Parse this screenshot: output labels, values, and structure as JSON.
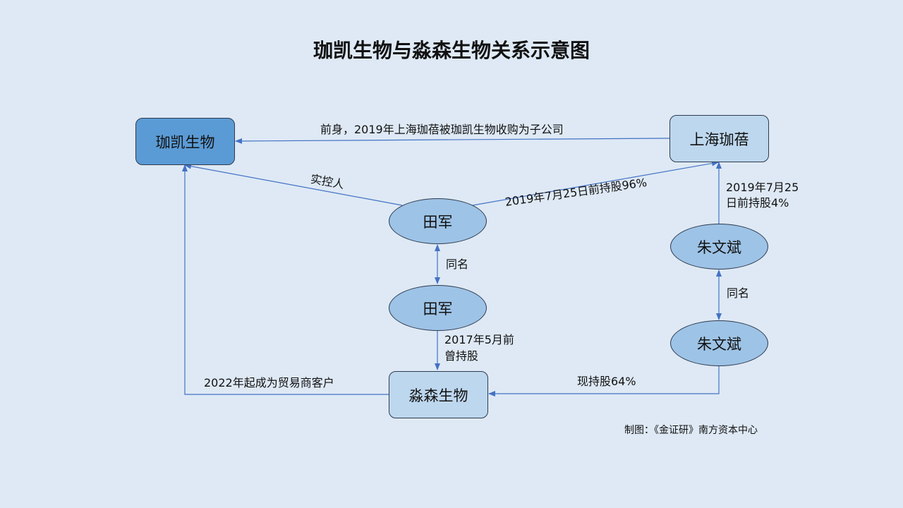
{
  "title": "珈凯生物与淼森生物关系示意图",
  "nodes": {
    "jiakai": "珈凯生物",
    "shanghai_jiabei": "上海珈蓓",
    "tianjun_1": "田军",
    "tianjun_2": "田军",
    "zhuwenbin_1": "朱文斌",
    "zhuwenbin_2": "朱文斌",
    "miaosen": "淼森生物"
  },
  "edges": {
    "predecessor": "前身，2019年上海珈蓓被珈凯生物收购为子公司",
    "controller": "实控人",
    "tian_hold": "2019年7月25日前持股96%",
    "zhu_hold_line1": "2019年7月25",
    "zhu_hold_line2": "日前持股4%",
    "same_name_tian": "同名",
    "same_name_zhu": "同名",
    "tian_past_line1": "2017年5月前",
    "tian_past_line2": "曾持股",
    "zhu_current": "现持股64%",
    "customer": "2022年起成为贸易商客户"
  },
  "footer": "制图：《金证研》南方资本中心",
  "colors": {
    "background": "#dee9f5",
    "dark_node": "#5b9bd5",
    "light_node": "#bdd7ee",
    "ellipse": "#9dc3e6",
    "line": "#4472c4"
  }
}
